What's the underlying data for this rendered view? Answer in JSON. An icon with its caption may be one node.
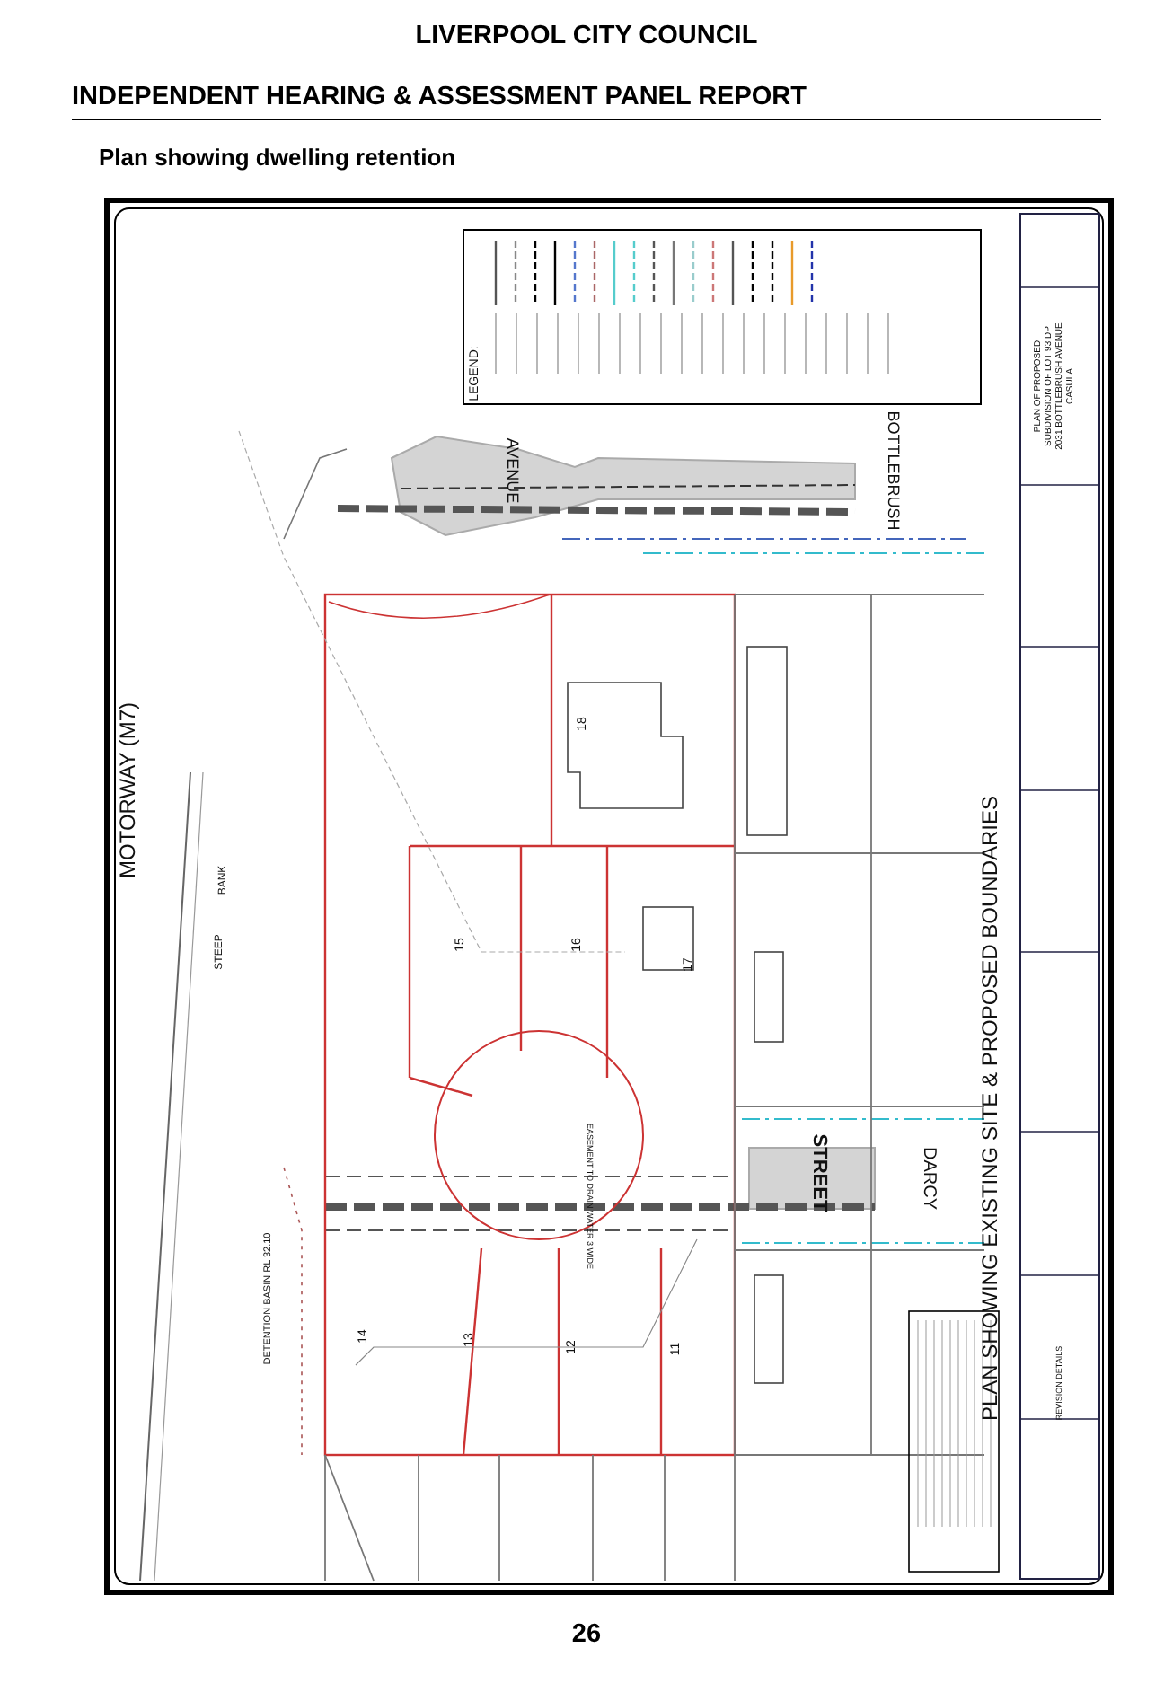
{
  "diagram": {
    "title": "Plan showing dwelling retention",
    "labels": [
      "LIVERPOOL CITY COUNCIL",
      "INDEPENDENT HEARING & ASSESSMENT PANEL REPORT",
      "LEGEND:",
      "AVENUE",
      "BOTTLEBRUSH",
      "MOTORWAY (M7)",
      "STEEP",
      "BANK",
      "18",
      "15",
      "16",
      "17",
      "EASEMENT TO DRAIN WATER 3 WIDE",
      "STREET",
      "DARCY",
      "DETENTION BASIN RL 32.10",
      "14",
      "13",
      "12",
      "11",
      "PLAN SHOWING EXISTING SITE & PROPOSED BOUNDARIES",
      "PLAN OF PROPOSED SUBDIVISION OF LOT 93 DP 2031 BOTTLEBRUSH AVENUE CASULA",
      "REVISION DETAILS",
      "26"
    ]
  }
}
